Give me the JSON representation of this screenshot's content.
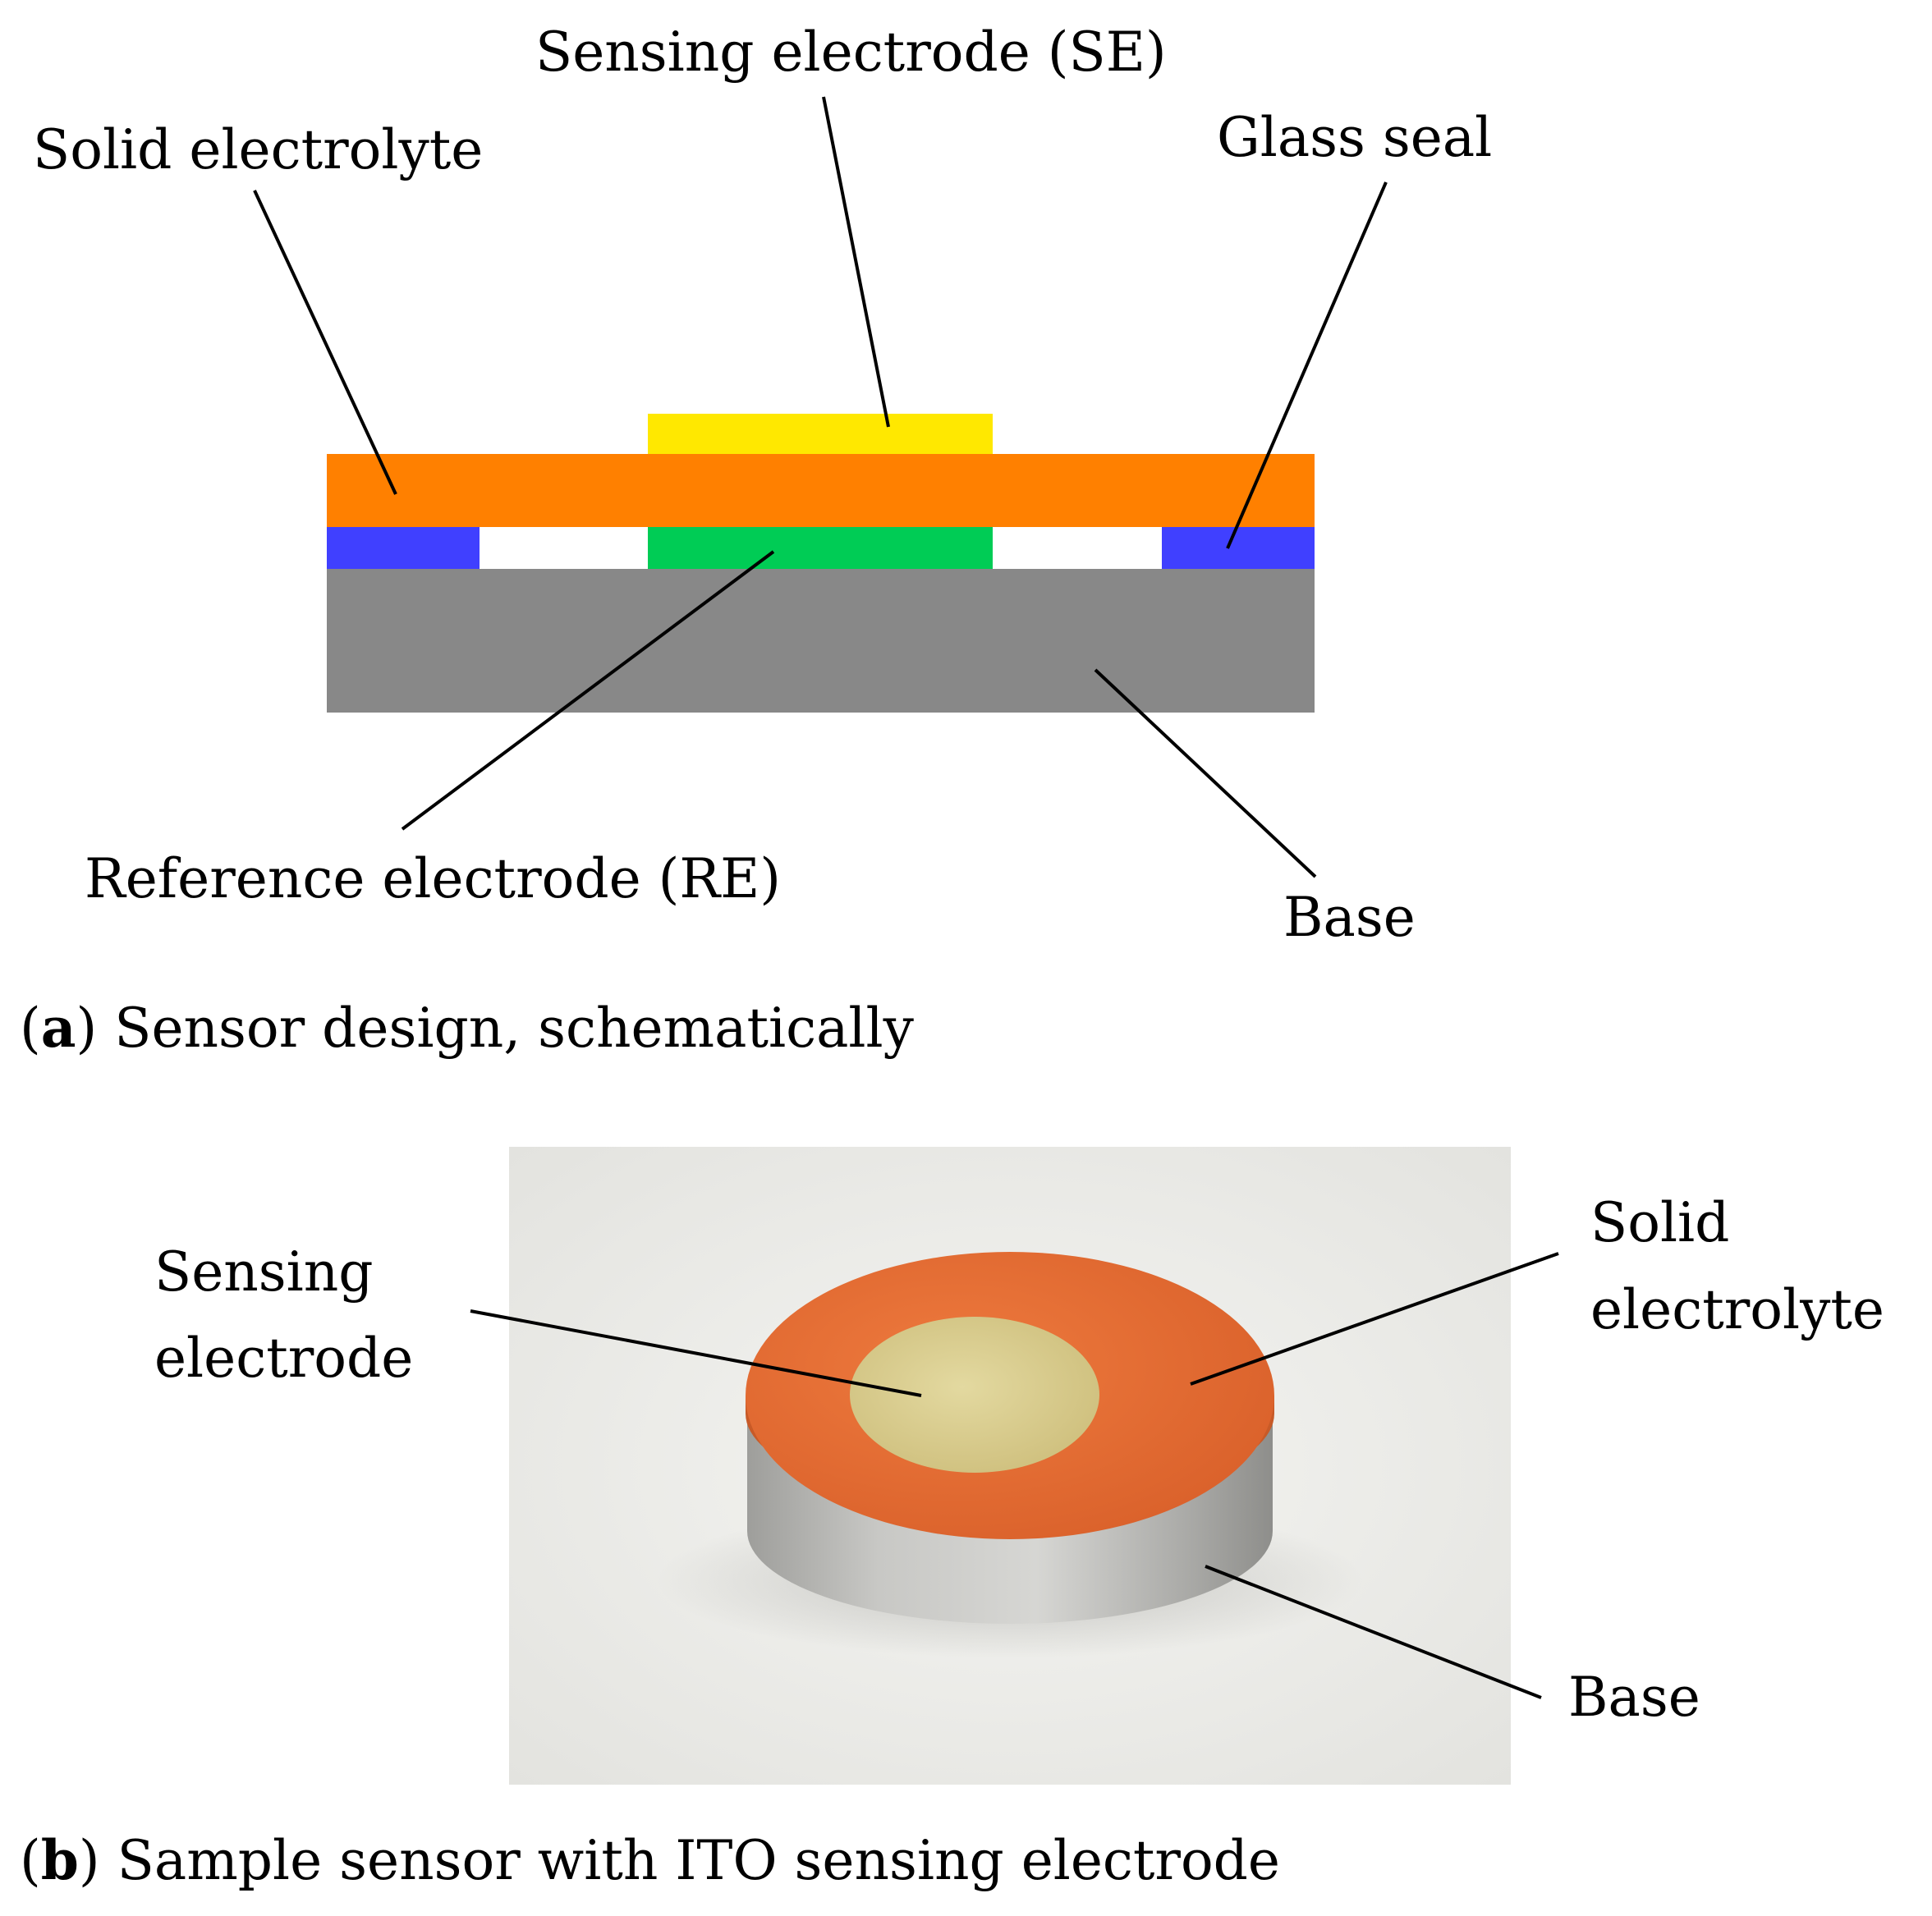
{
  "panel_a": {
    "labels": {
      "sensing_electrode": "Sensing electrode (SE)",
      "solid_electrolyte": "Solid electrolyte",
      "glass_seal": "Glass seal",
      "reference_electrode": "Reference electrode (RE)",
      "base": "Base"
    },
    "caption": {
      "open": "(",
      "letter": "a",
      "close": ")",
      "text": " Sensor design, schematically"
    },
    "colors": {
      "sensing_electrode": "#FFE800",
      "solid_electrolyte": "#FF8000",
      "glass_seal": "#4040FF",
      "reference_electrode": "#00CC55",
      "base": "#888888",
      "gap": "#FFFFFF"
    }
  },
  "panel_b": {
    "labels": {
      "sensing_line1": "Sensing",
      "sensing_line2": "electrode",
      "solid_line1": "Solid",
      "solid_line2": "electrolyte",
      "base": "Base"
    },
    "caption": {
      "open": "(",
      "letter": "b",
      "close": ")",
      "text": " Sample sensor with ITO sensing electrode"
    },
    "colors": {
      "photo_background": "#EFEFEC",
      "electrolyte_disk": "#E46A2E",
      "sensing_disk": "#D9CD8E",
      "metal_base": "#B9B9B6"
    }
  }
}
